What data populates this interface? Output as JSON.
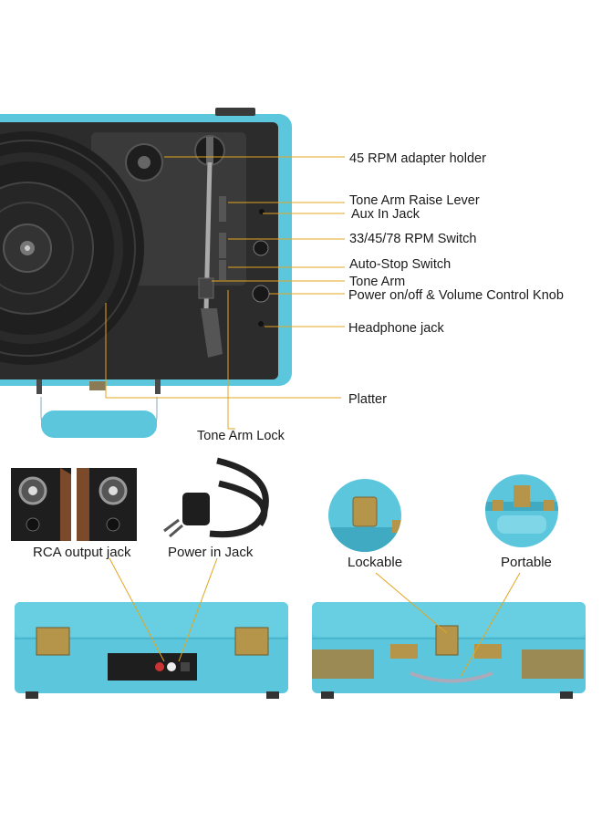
{
  "callouts": {
    "adapter_holder": "45 RPM adapter holder",
    "raise_lever": "Tone Arm Raise Lever",
    "aux_in": "Aux In Jack",
    "speed_switch": "33/45/78 RPM Switch",
    "auto_stop": "Auto-Stop Switch",
    "tone_arm": "Tone Arm",
    "power_volume": "Power on/off & Volume Control Knob",
    "headphone": "Headphone jack",
    "platter": "Platter",
    "arm_lock": "Tone Arm Lock"
  },
  "lower": {
    "rca_label": "RCA  output jack",
    "power_jack_label": "Power in Jack",
    "lockable_label": "Lockable",
    "portable_label": "Portable"
  },
  "colors": {
    "case_blue": "#5cc6dc",
    "case_dark": "#2f2f2f",
    "callout_line": "#e3a51f",
    "hardware_brass": "#b5954a",
    "speaker_wood": "#7a4a2a"
  }
}
